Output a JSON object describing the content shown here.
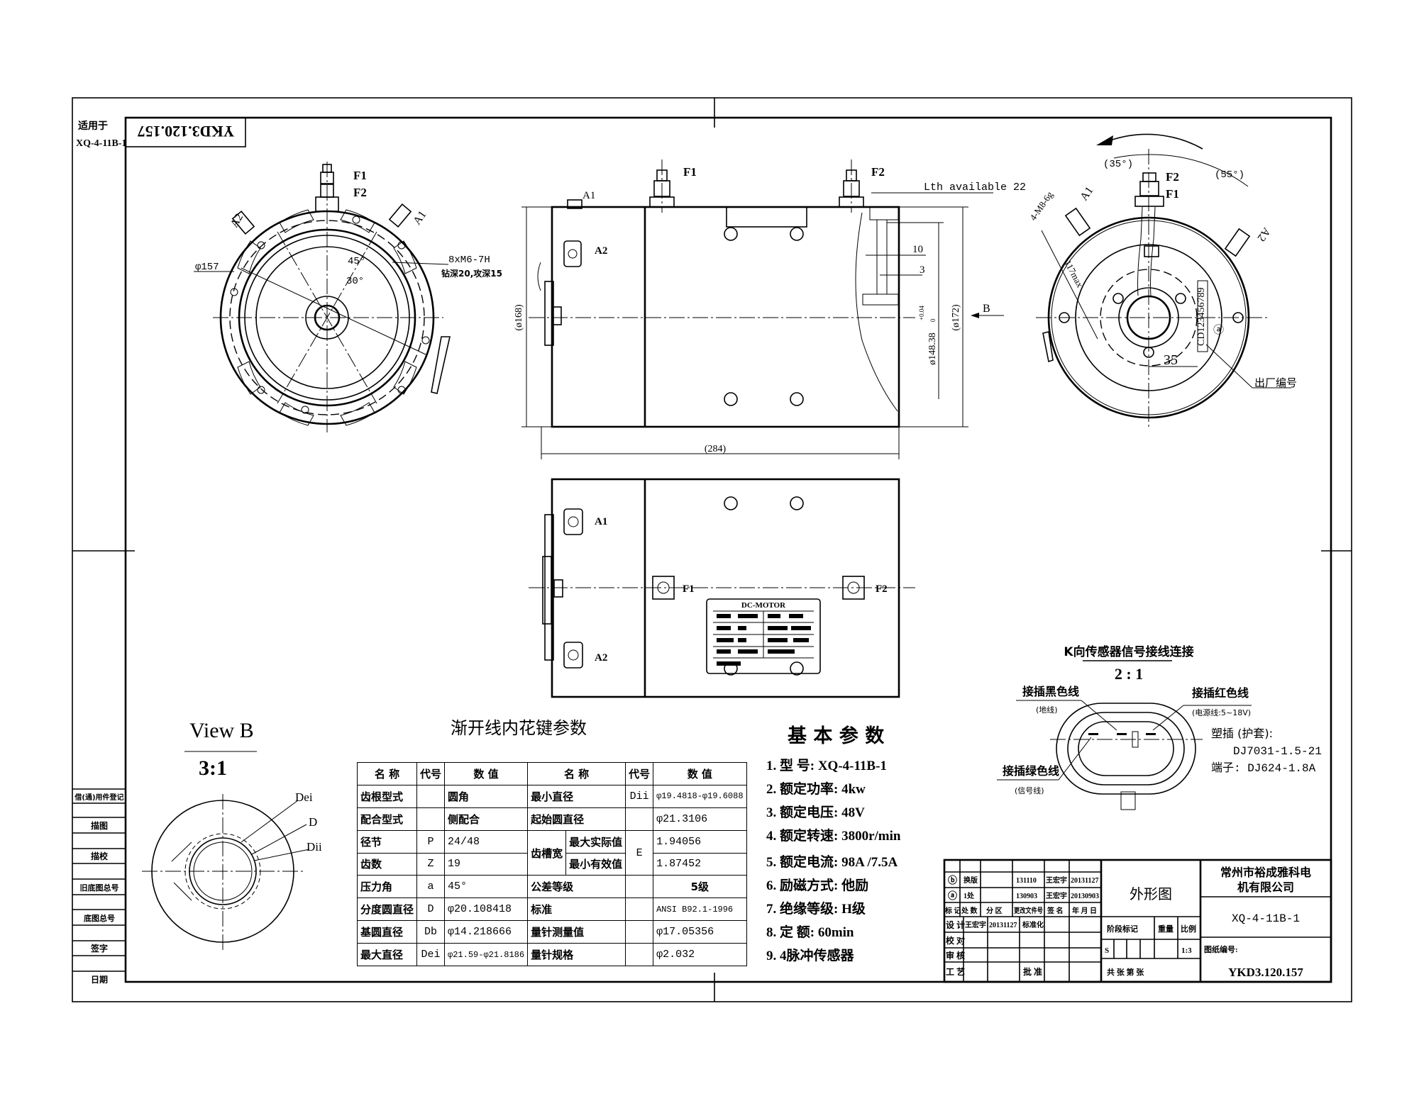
{
  "sheet": {
    "applies_to_label": "适用于",
    "applies_to_model": "XQ-4-11B-1",
    "drawing_no_rotated": "YKD3.120.157"
  },
  "left_strip": [
    "借(通)用件登记",
    "描图",
    "描校",
    "旧底图总号",
    "底图总号",
    "签字",
    "日期"
  ],
  "front_view": {
    "f1": "F1",
    "f2": "F2",
    "a1": "A1",
    "a2": "A2",
    "diameter": "φ157",
    "angle_45": "45°",
    "angle_30": "30°",
    "holes": "8xM6-7H",
    "holes_note": "钻深20,攻深15"
  },
  "side_view": {
    "f1": "F1",
    "f2": "F2",
    "a1": "A1",
    "a2": "A2",
    "lth": "Lth available 22",
    "dim_10": "10",
    "dim_3": "3",
    "dia_168": "(ø168)",
    "dia_148": "ø148.38",
    "tol_upper": "+0.04",
    "tol_lower": "0",
    "dia_172": "(ø172)",
    "view_b_arrow": "B",
    "length": "(284)"
  },
  "top_view": {
    "a1": "A1",
    "a2": "A2",
    "f1": "F1",
    "f2": "F2",
    "nameplate_title": "DC-MOTOR"
  },
  "rear_view": {
    "angle_35": "(35°)",
    "angle_55": "(55°)",
    "thread": "4-M8-6g",
    "a1": "A1",
    "a2": "A2",
    "f2": "F2",
    "f1": "F1",
    "max_len": "117max",
    "dim_35": "35",
    "serial_label": "出厂编号",
    "serial_sample": "CD123456789",
    "rev_mark": "ⓐ"
  },
  "view_b": {
    "title": "View B",
    "scale": "3:1",
    "dei": "Dei",
    "d": "D",
    "dii": "Dii"
  },
  "spline": {
    "title": "渐开线内花键参数",
    "headers": [
      "名  称",
      "代号",
      "数  值",
      "名  称",
      "代号",
      "数  值"
    ],
    "rows": [
      {
        "name": "齿根型式",
        "code": "",
        "value": "圆角",
        "name2": "最小直径",
        "code2": "Dii",
        "value2": "φ19.4818-φ19.6088"
      },
      {
        "name": "配合型式",
        "code": "",
        "value": "侧配合",
        "name2": "起始圆直径",
        "code2": "",
        "value2": "φ21.3106"
      },
      {
        "name": "径节",
        "code": "P",
        "value": "24/48",
        "group": "齿槽宽",
        "name2": "最大实际值",
        "code2": "E",
        "value2": "1.94056"
      },
      {
        "name": "齿数",
        "code": "Z",
        "value": "19",
        "name2": "最小有效值",
        "value2": "1.87452"
      },
      {
        "name": "压力角",
        "code": "a",
        "value": "45°",
        "name2": "公差等级",
        "code2": "",
        "value2": "5级"
      },
      {
        "name": "分度圆直径",
        "code": "D",
        "value": "φ20.108418",
        "name2": "标准",
        "code2": "",
        "value2": "ANSI B92.1-1996"
      },
      {
        "name": "基圆直径",
        "code": "Db",
        "value": "φ14.218666",
        "name2": "量针测量值",
        "code2": "",
        "value2": "φ17.05356"
      },
      {
        "name": "最大直径",
        "code": "Dei",
        "value": "φ21.59-φ21.8186",
        "name2": "量针规格",
        "code2": "",
        "value2": "φ2.032"
      }
    ]
  },
  "basic_params": {
    "title": "基 本 参 数",
    "items": [
      "1.  型    号: XQ-4-11B-1",
      "2.  额定功率: 4kw",
      "3.  额定电压: 48V",
      "4.  额定转速: 3800r/min",
      "5.  额定电流: 98A /7.5A",
      "6.  励磁方式: 他励",
      "7.  绝缘等级: H级",
      "8.  定    额: 60min",
      "9.  4脉冲传感器"
    ]
  },
  "connector": {
    "title": "K向传感器信号接线连接",
    "scale": "2 : 1",
    "black": "接插黑色线",
    "black_note": "(地线)",
    "red": "接插红色线",
    "red_note": "(电源线:5~18V)",
    "green": "接插绿色线",
    "green_note": "(信号线)",
    "housing_label": "塑插 (护套):",
    "housing_part": "DJ7031-1.5-21",
    "terminal": "端子: DJ624-1.8A"
  },
  "title_block": {
    "rev_b": {
      "mark": "ⓑ",
      "desc": "换版",
      "doc": "131110",
      "sign": "王宏宇",
      "date": "20131127"
    },
    "rev_a": {
      "mark": "ⓐ",
      "desc": "1处",
      "doc": "130903",
      "sign": "王宏宇",
      "date": "20130903"
    },
    "hdr": [
      "标 记",
      "处 数",
      "分 区",
      "更改文件号",
      "签 名",
      "年 月 日"
    ],
    "design": "设 计",
    "designer": "王宏宇",
    "design_date": "20131127",
    "standard": "标准化",
    "check": "校 对",
    "review": "审 核",
    "process": "工 艺",
    "approve": "批 准",
    "drawing_name": "外形图",
    "stage": "阶段标记",
    "weight": "重量",
    "ratio": "比例",
    "stage_value": "S",
    "ratio_value": "1:3",
    "sheets": "共    张        第    张",
    "company": [
      "常州市裕成雅科电",
      "机有限公司"
    ],
    "model": "XQ-4-11B-1",
    "drawing_no_label": "图纸编号:",
    "drawing_no": "YKD3.120.157"
  }
}
